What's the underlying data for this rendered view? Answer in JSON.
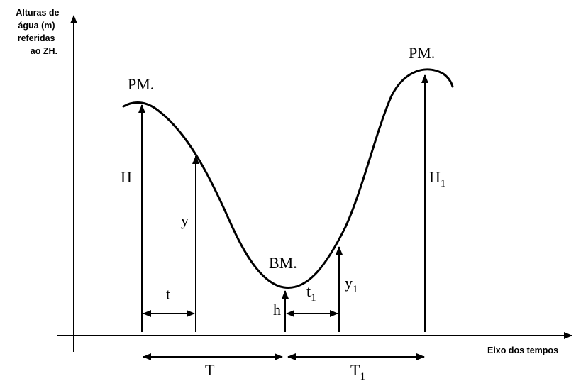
{
  "axes": {
    "y_label_lines": [
      "Alturas de",
      "água (m)",
      "referidas",
      "ao ZH."
    ],
    "x_label": "Eixo dos tempos"
  },
  "peaks": {
    "left": "PM.",
    "right": "PM.",
    "low": "BM."
  },
  "heights": {
    "H": "H",
    "y": "y",
    "h": "h",
    "y1_base": "y",
    "y1_sub": "1",
    "H1_base": "H",
    "H1_sub": "1"
  },
  "intervals": {
    "t": "t",
    "t1_base": "t",
    "t1_sub": "1",
    "T": "T",
    "T1_base": "T",
    "T1_sub": "1"
  }
}
